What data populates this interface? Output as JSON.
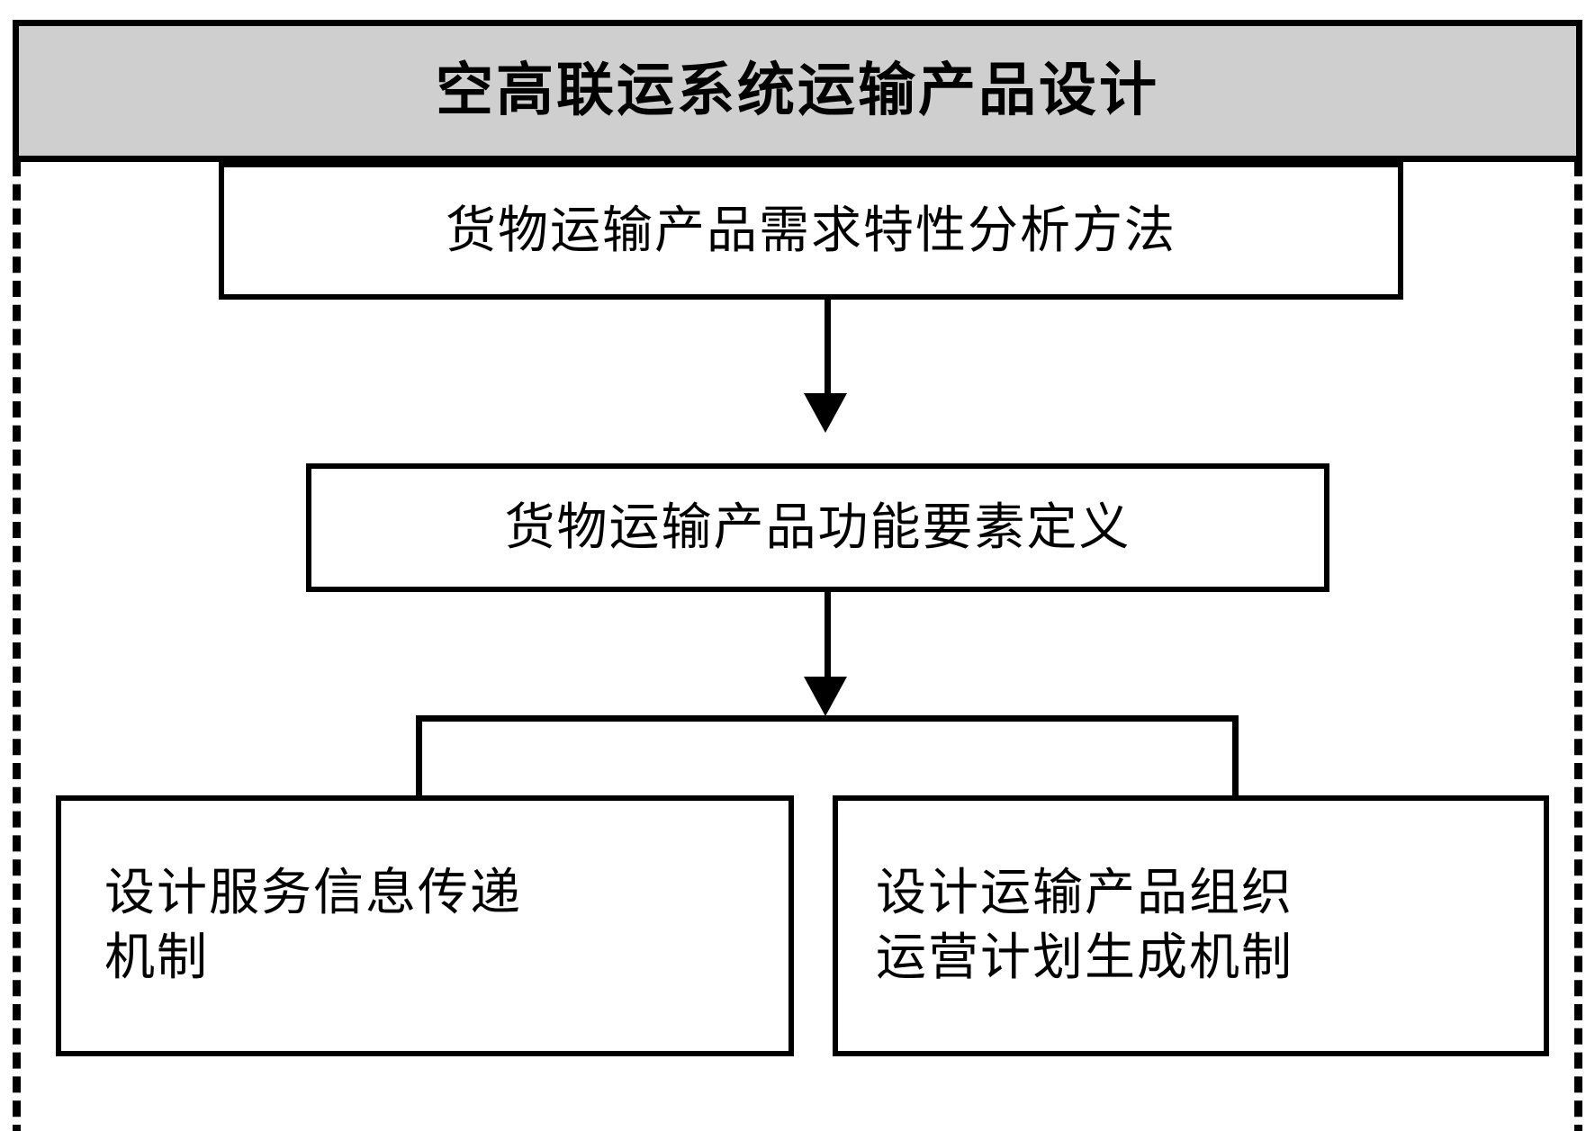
{
  "diagram": {
    "title": "空高联运系统运输产品设计",
    "nodes": {
      "demand_analysis": "货物运输产品需求特性分析方法",
      "function_definition": "货物运输产品功能要素定义",
      "service_info_mechanism": "设计服务信息传递\n机制",
      "operation_plan_mechanism": "设计运输产品组织\n运营计划生成机制"
    },
    "colors": {
      "title_fill": "#cfcfcf",
      "stroke": "#000000",
      "box_fill": "#ffffff",
      "page_background": "#ffffff"
    }
  }
}
